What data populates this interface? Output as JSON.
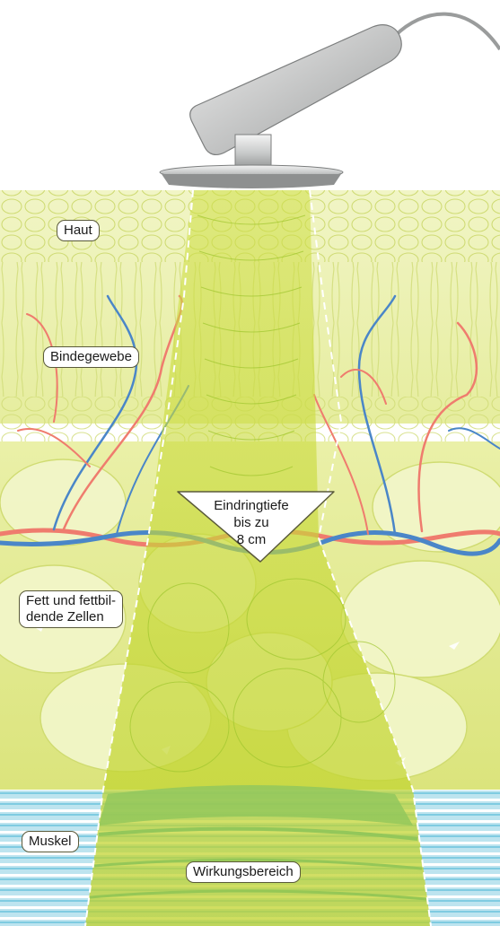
{
  "labels": {
    "skin": "Haut",
    "connective": "Bindegewebe",
    "fat_line1": "Fett und fettbil-",
    "fat_line2": "dende Zellen",
    "muscle": "Muskel",
    "effect_zone": "Wirkungsbereich"
  },
  "depth_callout": {
    "line1": "Eindringtiefe",
    "line2": "bis zu",
    "line3": "8 cm"
  },
  "colors": {
    "skin_layer": "#e9efab",
    "cells_outline": "#c8d65a",
    "fat_layer": "#e3ea92",
    "beam": "#c9d93a",
    "muscle_light": "#a9dcea",
    "muscle_dark": "#1aa6cf",
    "artery": "#ef7c6e",
    "vein": "#4a86c8",
    "device": "#9a9c9c"
  }
}
